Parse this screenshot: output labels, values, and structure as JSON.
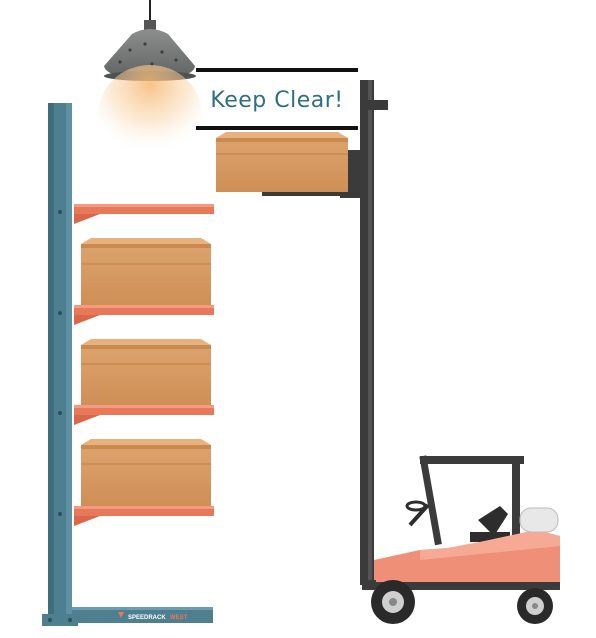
{
  "sign": {
    "text": "Keep Clear!"
  },
  "brand": {
    "name": "SPEEDRACK",
    "suffix": "WEST"
  },
  "colors": {
    "upright": "#4d7f91",
    "arm": "#e8785a",
    "box": "#d79a62",
    "forklift_body": "#ef8f78",
    "forklift_dark": "#3b3b3b"
  },
  "icons": [
    "hanging-lamp-icon",
    "forklift-icon",
    "cardboard-box-icon",
    "speedrack-logo-icon"
  ]
}
